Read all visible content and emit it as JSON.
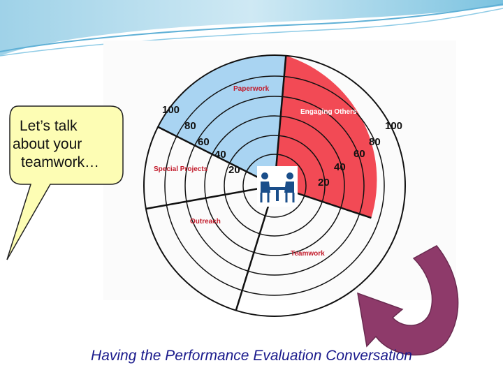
{
  "bubble": {
    "lines": [
      "Let’s talk",
      "about your",
      "teamwork…"
    ]
  },
  "chart": {
    "sections": {
      "paperwork": "Paperwork",
      "engaging_others": "Engaging Others",
      "special_projects": "Special Projects",
      "outreach": "Outreach",
      "teamwork": "Teamwork"
    },
    "scale_left": [
      "100",
      "80",
      "60",
      "40",
      "20"
    ],
    "scale_right": [
      "100",
      "80",
      "60",
      "40",
      "20"
    ]
  },
  "footer": {
    "title": "Having the Performance Evaluation Conversation"
  },
  "colors": {
    "paperwork_fill": "#a9d4f2",
    "engaging_fill": "#f24a55",
    "bubble_fill": "#fdfdb4",
    "arrow_fill": "#8e3a6a",
    "footer_text": "#1a1a8c"
  }
}
